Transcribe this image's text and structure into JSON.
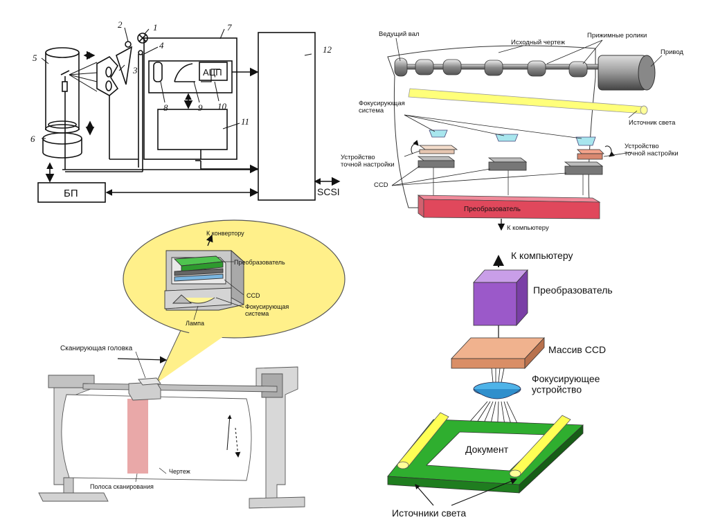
{
  "block_diagram": {
    "numbers": [
      "1",
      "2",
      "3",
      "4",
      "5",
      "6",
      "7",
      "8",
      "9",
      "10",
      "11",
      "12"
    ],
    "adc": "АЦП",
    "psu": "БП",
    "scsi": "SCSI"
  },
  "roll_scanner": {
    "drive_shaft": "Ведущий вал",
    "source_drawing": "Исходный чертеж",
    "pinch_rollers": "Прижимные ролики",
    "drive": "Привод",
    "focusing_system": "Фокусирующая\nсистема",
    "light_source": "Источник света",
    "fine_adjust_left": "Устройство\nточной настройки",
    "fine_adjust_right": "Устройство\nточной настройки",
    "ccd": "CCD",
    "converter": "Преобразователь",
    "to_computer": "К компьютеру"
  },
  "head_scanner": {
    "to_converter": "К конвертору",
    "converter": "Преобразователь",
    "ccd": "CCD",
    "focusing_system": "Фокусирующая\nсистема",
    "lamp": "Лампа",
    "scan_head": "Сканирующая головка",
    "drawing": "Чертеж",
    "scan_strip": "Полоса сканирования"
  },
  "flatbed": {
    "to_computer": "К компьютеру",
    "converter": "Преобразователь",
    "ccd_array": "Массив CCD",
    "focusing_device": "Фокусирующее\nустройство",
    "document": "Документ",
    "light_sources": "Источники света"
  }
}
